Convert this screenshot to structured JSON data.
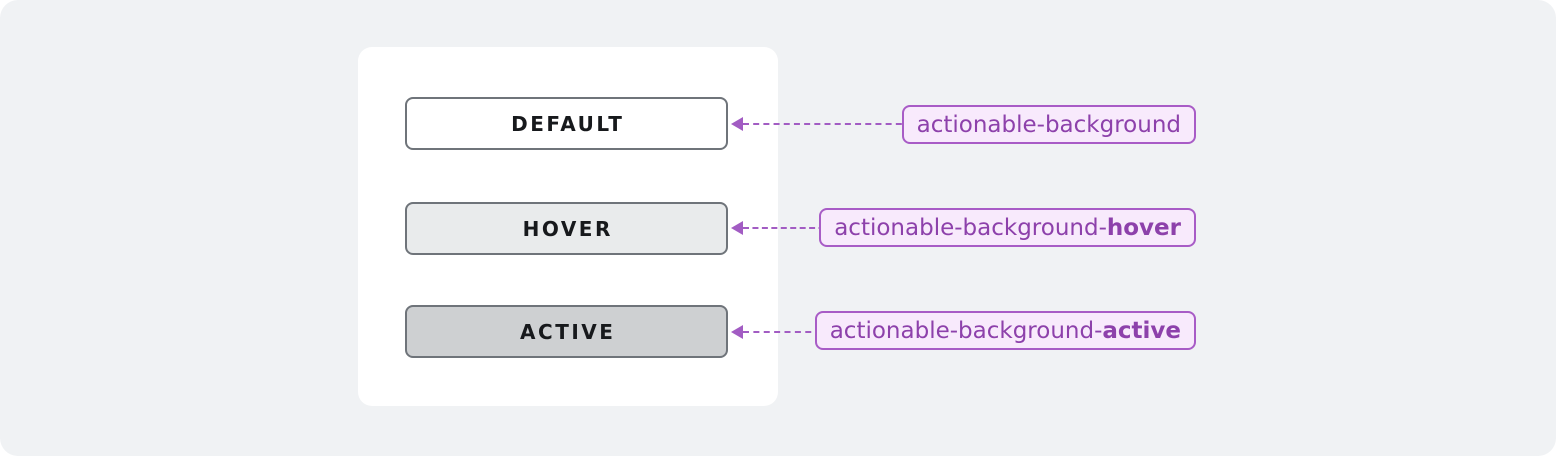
{
  "palette": {
    "page_bg": "#ffffff",
    "canvas_bg": "#f0f2f4",
    "card_bg": "#ffffff",
    "button_border": "#6f747a",
    "button_text": "#17191c",
    "annotation_border": "#a85cc6",
    "annotation_bg": "#f8eafc",
    "annotation_text": "#8d41ab",
    "arrow": "#a25cc3"
  },
  "states_panel": {
    "buttons": [
      {
        "id": "default",
        "label": "DEFAULT",
        "background": "#ffffff"
      },
      {
        "id": "hover",
        "label": "HOVER",
        "background": "#e9ebec"
      },
      {
        "id": "active",
        "label": "ACTIVE",
        "background": "#ced0d2"
      }
    ]
  },
  "annotations": [
    {
      "prefix": "actionable-background",
      "bold": ""
    },
    {
      "prefix": "actionable-background-",
      "bold": "hover"
    },
    {
      "prefix": "actionable-background-",
      "bold": "active"
    }
  ],
  "icons": {
    "arrow": "arrowhead-left"
  }
}
